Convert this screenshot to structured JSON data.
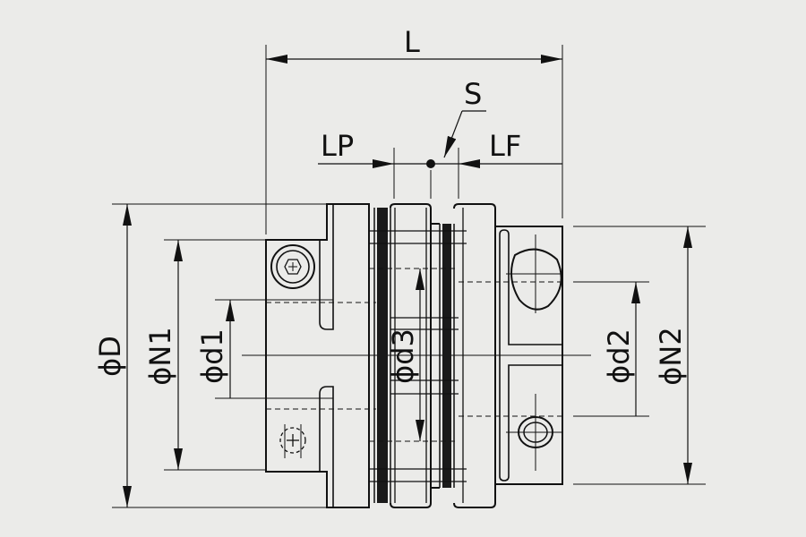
{
  "diagram": {
    "type": "technical-drawing",
    "subject": "double disc coupling with clamping hubs",
    "dimension_labels": {
      "L": "L",
      "S": "S",
      "LP": "LP",
      "LF": "LF",
      "D": "ϕD",
      "N1": "ϕN1",
      "d1": "ϕd1",
      "d3": "ϕd3",
      "d2": "ϕd2",
      "N2": "ϕN2"
    }
  }
}
